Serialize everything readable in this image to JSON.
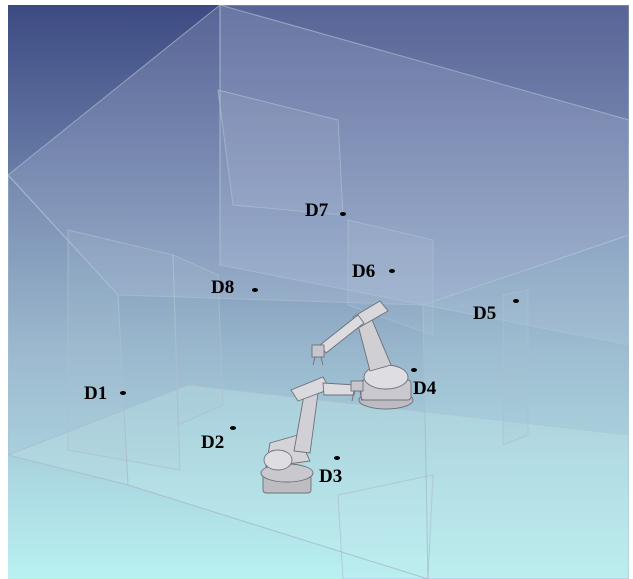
{
  "scene": {
    "background_top": "#3c4a82",
    "background_mid": "#8ea6c4",
    "background_bottom": "#b9f1f1",
    "robot_color": "#d4d4d8",
    "panel_color": "#a9c6d6"
  },
  "markers": [
    {
      "id": "d1",
      "label": "D1"
    },
    {
      "id": "d2",
      "label": "D2"
    },
    {
      "id": "d3",
      "label": "D3"
    },
    {
      "id": "d4",
      "label": "D4"
    },
    {
      "id": "d5",
      "label": "D5"
    },
    {
      "id": "d6",
      "label": "D6"
    },
    {
      "id": "d7",
      "label": "D7"
    },
    {
      "id": "d8",
      "label": "D8"
    }
  ],
  "robots": [
    {
      "id": "robot-back",
      "icon": "industrial-robot-arm-icon"
    },
    {
      "id": "robot-front",
      "icon": "industrial-robot-arm-icon"
    }
  ]
}
